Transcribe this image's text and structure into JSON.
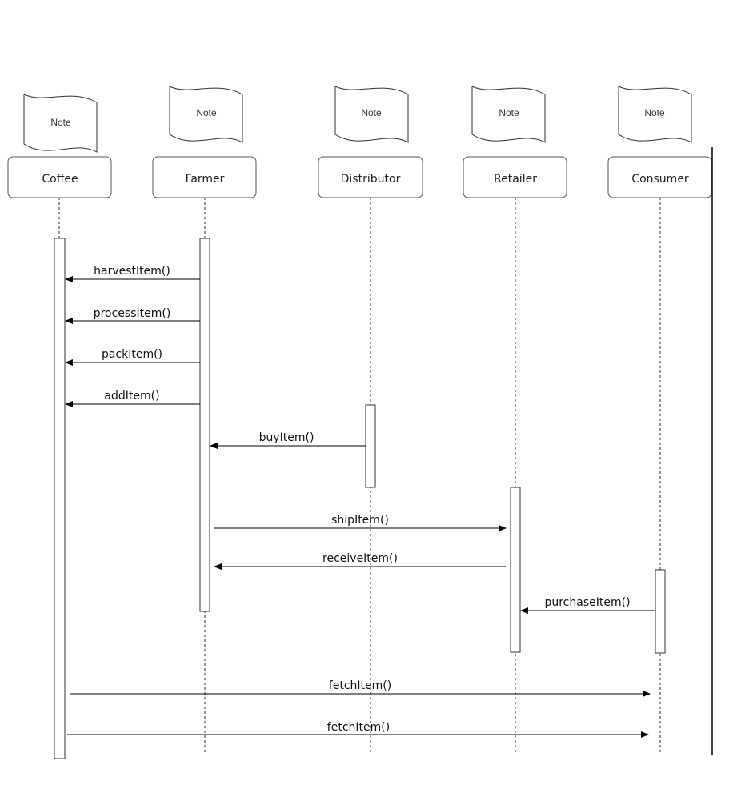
{
  "participants": [
    {
      "name": "Coffee",
      "note": "Note"
    },
    {
      "name": "Farmer",
      "note": "Note"
    },
    {
      "name": "Distributor",
      "note": "Note"
    },
    {
      "name": "Retailer",
      "note": "Note"
    },
    {
      "name": "Consumer",
      "note": "Note"
    }
  ],
  "messages": [
    {
      "label": "harvestItem()",
      "from": "Farmer",
      "to": "Coffee"
    },
    {
      "label": "processItem()",
      "from": "Farmer",
      "to": "Coffee"
    },
    {
      "label": "packItem()",
      "from": "Farmer",
      "to": "Coffee"
    },
    {
      "label": "addItem()",
      "from": "Farmer",
      "to": "Coffee"
    },
    {
      "label": "buyItem()",
      "from": "Distributor",
      "to": "Farmer"
    },
    {
      "label": "shipItem()",
      "from": "Farmer",
      "to": "Retailer"
    },
    {
      "label": "receiveItem()",
      "from": "Retailer",
      "to": "Farmer"
    },
    {
      "label": "purchaseItem()",
      "from": "Consumer",
      "to": "Retailer"
    },
    {
      "label": "fetchItem()",
      "from": "Coffee",
      "to": "Consumer"
    },
    {
      "label": "fetchItem()",
      "from": "Coffee",
      "to": "Consumer"
    }
  ]
}
